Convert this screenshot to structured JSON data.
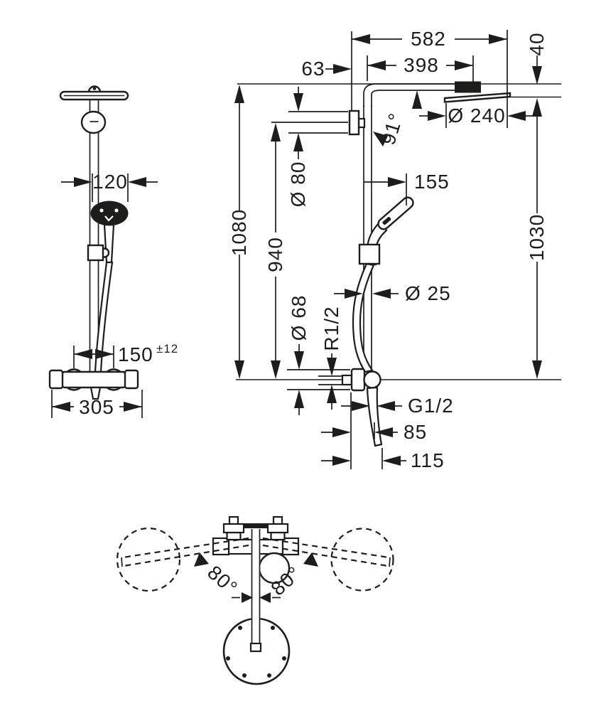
{
  "front": {
    "d120": "120",
    "d150": "150",
    "d150_tol": "±12",
    "d305": "305"
  },
  "side": {
    "d582": "582",
    "d63": "63",
    "d398": "398",
    "d40": "40",
    "d240": "Ø 240",
    "a91": "91°",
    "d80": "Ø 80",
    "d155": "155",
    "d1080": "1080",
    "d940": "940",
    "d1030": "1030",
    "d25": "Ø 25",
    "d68": "Ø 68",
    "r12": "R1/2",
    "g12": "G1/2",
    "d85": "85",
    "d115": "115"
  },
  "top": {
    "swivel_left": "80°",
    "swivel_right": "80°"
  },
  "colors": {
    "ink": "#1d1d1b",
    "paper": "#ffffff"
  }
}
